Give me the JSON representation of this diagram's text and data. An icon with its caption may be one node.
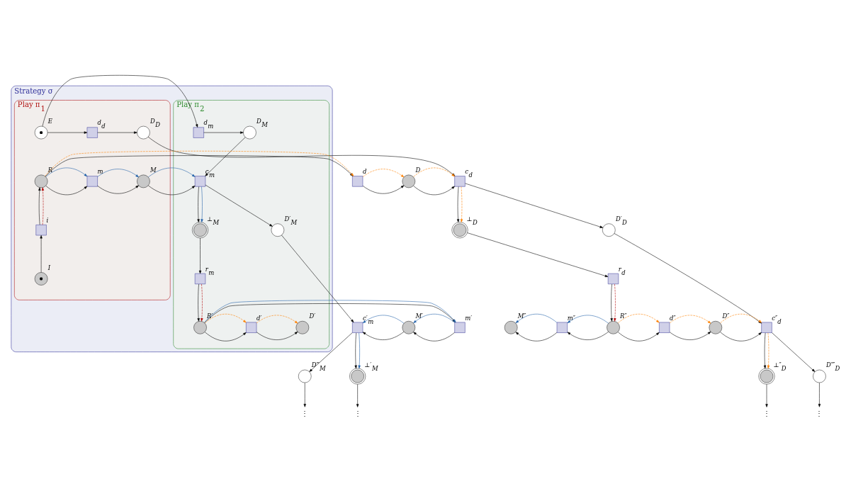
{
  "diagram": {
    "nodes": [
      {
        "text": [
          "Strategy σ"
        ]
      },
      {
        "text": [
          "Play π$_{2}$"
        ],
        "in": 0
      },
      {
        "text": [
          "Play π$_{1}$"
        ],
        "in": 0
      },
      {
        "text": [],
        "shape": "circle",
        "beside": [
          "D$_{M}$"
        ],
        "in": 1
      },
      {
        "text": [],
        "shape": "box",
        "beside": [
          "d$_{m}$"
        ],
        "in": 1
      },
      {
        "text": [],
        "shape": "circle",
        "beside": [
          "E"
        ],
        "in": 2
      },
      {
        "text": [],
        "shape": "box",
        "beside": [
          "d$_{d}$"
        ],
        "in": 2
      },
      {
        "text": [],
        "shape": "circle",
        "beside": [
          "D$_{D}$"
        ],
        "in": 2
      },
      {
        "text": [],
        "shape": "box",
        "beside": [
          "c$_{m}$"
        ],
        "in": 1
      },
      {
        "text": [],
        "shape": "circle",
        "beside": [
          "M"
        ],
        "in": 2
      },
      {
        "text": [],
        "shape": "box",
        "beside": [
          "m"
        ],
        "in": 2
      },
      {
        "text": [],
        "shape": "circle",
        "beside": [
          "R"
        ],
        "in": 2
      },
      {
        "text": [],
        "shape": "box",
        "beside": [
          "d"
        ]
      },
      {
        "text": [],
        "shape": "circle",
        "beside": [
          "D"
        ]
      },
      {
        "text": [],
        "shape": "box",
        "beside": [
          "c$_{d}$"
        ]
      },
      {
        "text": [],
        "shape": "circle",
        "beside": [
          "D′$_{M}$"
        ],
        "in": 1
      },
      {
        "text": [],
        "shape": "circle",
        "beside": [
          "⊥$_{M}$"
        ],
        "in": 1
      },
      {
        "text": [],
        "shape": "box",
        "beside": [
          "i"
        ],
        "in": 2
      },
      {
        "text": [],
        "shape": "circle",
        "beside": [
          "⊥$_{D}$"
        ]
      },
      {
        "text": [],
        "shape": "circle",
        "beside": [
          "D′$_{D}$"
        ]
      },
      {
        "text": [],
        "shape": "box",
        "beside": [
          "r$_{m}$"
        ],
        "in": 1
      },
      {
        "text": [],
        "shape": "circle",
        "beside": [
          "I"
        ],
        "in": 2
      },
      {
        "text": [],
        "shape": "box",
        "beside": [
          "r$_{d}$"
        ]
      },
      {
        "text": [],
        "shape": "box",
        "beside": [
          "c′$_{m}$"
        ]
      },
      {
        "text": [],
        "shape": "circle",
        "beside": [
          "M′"
        ]
      },
      {
        "text": [],
        "shape": "box",
        "beside": [
          "m′"
        ]
      },
      {
        "text": [],
        "shape": "circle",
        "beside": [
          "R′"
        ],
        "in": 1
      },
      {
        "text": [],
        "shape": "box",
        "beside": [
          "d′"
        ],
        "in": 1
      },
      {
        "text": [],
        "shape": "circle",
        "beside": [
          "D′"
        ],
        "in": 1
      },
      {
        "text": [],
        "shape": "circle",
        "beside": [
          "M″"
        ]
      },
      {
        "text": [],
        "shape": "box",
        "beside": [
          "m″"
        ]
      },
      {
        "text": [],
        "shape": "circle",
        "beside": [
          "R″"
        ]
      },
      {
        "text": [],
        "shape": "box",
        "beside": [
          "d″"
        ]
      },
      {
        "text": [],
        "shape": "circle",
        "beside": [
          "D″"
        ]
      },
      {
        "text": [],
        "shape": "box",
        "beside": [
          "c″$_{d}$"
        ]
      },
      {
        "text": [],
        "shape": "circle",
        "beside": [
          "D‴$_{M}$"
        ]
      },
      {
        "text": [],
        "shape": "circle",
        "beside": [
          "⊥′$_{M}$"
        ]
      },
      {
        "text": [],
        "shape": "circle",
        "beside": [
          "⊥″$_{D}$"
        ]
      },
      {
        "text": [],
        "shape": "circle",
        "beside": [
          "D⁗$_{D}$"
        ]
      },
      {
        "text": [
          "⋮"
        ]
      },
      {
        "text": [
          "⋮"
        ]
      },
      {
        "text": [
          "⋮"
        ]
      },
      {
        "text": [
          "⋮"
        ]
      }
    ],
    "edges": [
      {
        "from": 5,
        "to": 4,
        "arrow": "to"
      },
      {
        "from": 4,
        "to": 3,
        "arrow": "to"
      },
      {
        "from": 5,
        "to": 6,
        "arrow": "to"
      },
      {
        "from": 6,
        "to": 7,
        "arrow": "to"
      },
      {
        "from": 3,
        "to": 8,
        "arrow": "to"
      },
      {
        "from": 7,
        "to": 14,
        "arrow": "to"
      },
      {
        "from": 11,
        "to": 10,
        "arrow": "to"
      },
      {
        "from": 10,
        "to": 9,
        "arrow": "to"
      },
      {
        "from": 9,
        "to": 8,
        "arrow": "to"
      },
      {
        "from": 11,
        "to": 12,
        "arrow": "to"
      },
      {
        "from": 12,
        "to": 13,
        "arrow": "to"
      },
      {
        "from": 13,
        "to": 14,
        "arrow": "to"
      },
      {
        "from": 8,
        "to": 15,
        "arrow": "to"
      },
      {
        "from": 8,
        "to": 16,
        "arrow": "to"
      },
      {
        "from": 14,
        "to": 18,
        "arrow": "to"
      },
      {
        "from": 14,
        "to": 19,
        "arrow": "to"
      },
      {
        "from": 21,
        "to": 17,
        "arrow": "to"
      },
      {
        "from": 17,
        "to": 11,
        "arrow": "to"
      },
      {
        "from": 16,
        "to": 20,
        "arrow": "to"
      },
      {
        "from": 20,
        "to": 26,
        "arrow": "to"
      },
      {
        "from": 18,
        "to": 22,
        "arrow": "to"
      },
      {
        "from": 22,
        "to": 31,
        "arrow": "to"
      },
      {
        "from": 15,
        "to": 23,
        "arrow": "to"
      },
      {
        "from": 19,
        "to": 34,
        "arrow": "to"
      },
      {
        "from": 26,
        "to": 25,
        "arrow": "to"
      },
      {
        "from": 25,
        "to": 24,
        "arrow": "to"
      },
      {
        "from": 24,
        "to": 23,
        "arrow": "to"
      },
      {
        "from": 26,
        "to": 27,
        "arrow": "to"
      },
      {
        "from": 27,
        "to": 28,
        "arrow": "to"
      },
      {
        "from": 31,
        "to": 30,
        "arrow": "to"
      },
      {
        "from": 30,
        "to": 29,
        "arrow": "to"
      },
      {
        "from": 31,
        "to": 32,
        "arrow": "to"
      },
      {
        "from": 32,
        "to": 33,
        "arrow": "to"
      },
      {
        "from": 33,
        "to": 34,
        "arrow": "to"
      },
      {
        "from": 23,
        "to": 35,
        "arrow": "to"
      },
      {
        "from": 23,
        "to": 36,
        "arrow": "to"
      },
      {
        "from": 34,
        "to": 37,
        "arrow": "to"
      },
      {
        "from": 34,
        "to": 38,
        "arrow": "to"
      },
      {
        "from": 35,
        "to": 39,
        "arrow": "to"
      },
      {
        "from": 36,
        "to": 40,
        "arrow": "to"
      },
      {
        "from": 37,
        "to": 41,
        "arrow": "to"
      },
      {
        "from": 38,
        "to": 42,
        "arrow": "to"
      },
      {
        "from": 11,
        "to": 10,
        "arrow": "to",
        "color": "#1f5fa8"
      },
      {
        "from": 10,
        "to": 9,
        "arrow": "to",
        "color": "#1f5fa8"
      },
      {
        "from": 9,
        "to": 8,
        "arrow": "to",
        "color": "#1f5fa8"
      },
      {
        "from": 8,
        "to": 16,
        "arrow": "to",
        "color": "#1f5fa8"
      },
      {
        "from": 26,
        "to": 25,
        "arrow": "to",
        "color": "#1f5fa8"
      },
      {
        "from": 25,
        "to": 24,
        "arrow": "to",
        "color": "#1f5fa8"
      },
      {
        "from": 24,
        "to": 23,
        "arrow": "to",
        "color": "#1f5fa8"
      },
      {
        "from": 23,
        "to": 36,
        "arrow": "to",
        "color": "#1f5fa8"
      },
      {
        "from": 31,
        "to": 30,
        "arrow": "to",
        "color": "#1f5fa8"
      },
      {
        "from": 30,
        "to": 29,
        "arrow": "to",
        "color": "#1f5fa8"
      },
      {
        "from": 11,
        "to": 12,
        "arrow": "to",
        "style": "dashed",
        "color": "#ff8000"
      },
      {
        "from": 12,
        "to": 13,
        "arrow": "to",
        "style": "dashed",
        "color": "#ff8000"
      },
      {
        "from": 13,
        "to": 14,
        "arrow": "to",
        "style": "dashed",
        "color": "#ff8000"
      },
      {
        "from": 14,
        "to": 18,
        "arrow": "to",
        "style": "dashed",
        "color": "#ff8000"
      },
      {
        "from": 26,
        "to": 27,
        "arrow": "to",
        "style": "dashed",
        "color": "#ff8000"
      },
      {
        "from": 27,
        "to": 28,
        "arrow": "to",
        "style": "dashed",
        "color": "#ff8000"
      },
      {
        "from": 31,
        "to": 32,
        "arrow": "to",
        "style": "dashed",
        "color": "#ff8000"
      },
      {
        "from": 32,
        "to": 33,
        "arrow": "to",
        "style": "dashed",
        "color": "#ff8000"
      },
      {
        "from": 33,
        "to": 34,
        "arrow": "to",
        "style": "dashed",
        "color": "#ff8000"
      },
      {
        "from": 34,
        "to": 37,
        "arrow": "to",
        "style": "dashed",
        "color": "#ff8000"
      },
      {
        "from": 17,
        "to": 11,
        "arrow": "to",
        "style": "dashed",
        "color": "#b00000"
      },
      {
        "from": 20,
        "to": 26,
        "arrow": "to",
        "style": "dashed",
        "color": "#b00000"
      },
      {
        "from": 22,
        "to": 31,
        "arrow": "to",
        "style": "dashed",
        "color": "#b00000"
      }
    ]
  }
}
